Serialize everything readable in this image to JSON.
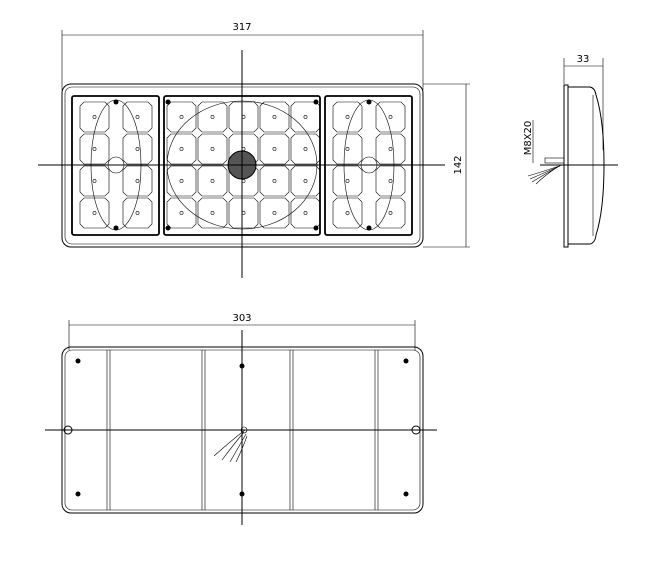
{
  "front_view": {
    "width_dimension": "317",
    "height_dimension": "142"
  },
  "side_view": {
    "depth_dimension": "33",
    "bolt_label": "M8X20"
  },
  "rear_view": {
    "width_dimension": "303"
  },
  "colors": {
    "line": "#000000",
    "background": "#ffffff"
  }
}
